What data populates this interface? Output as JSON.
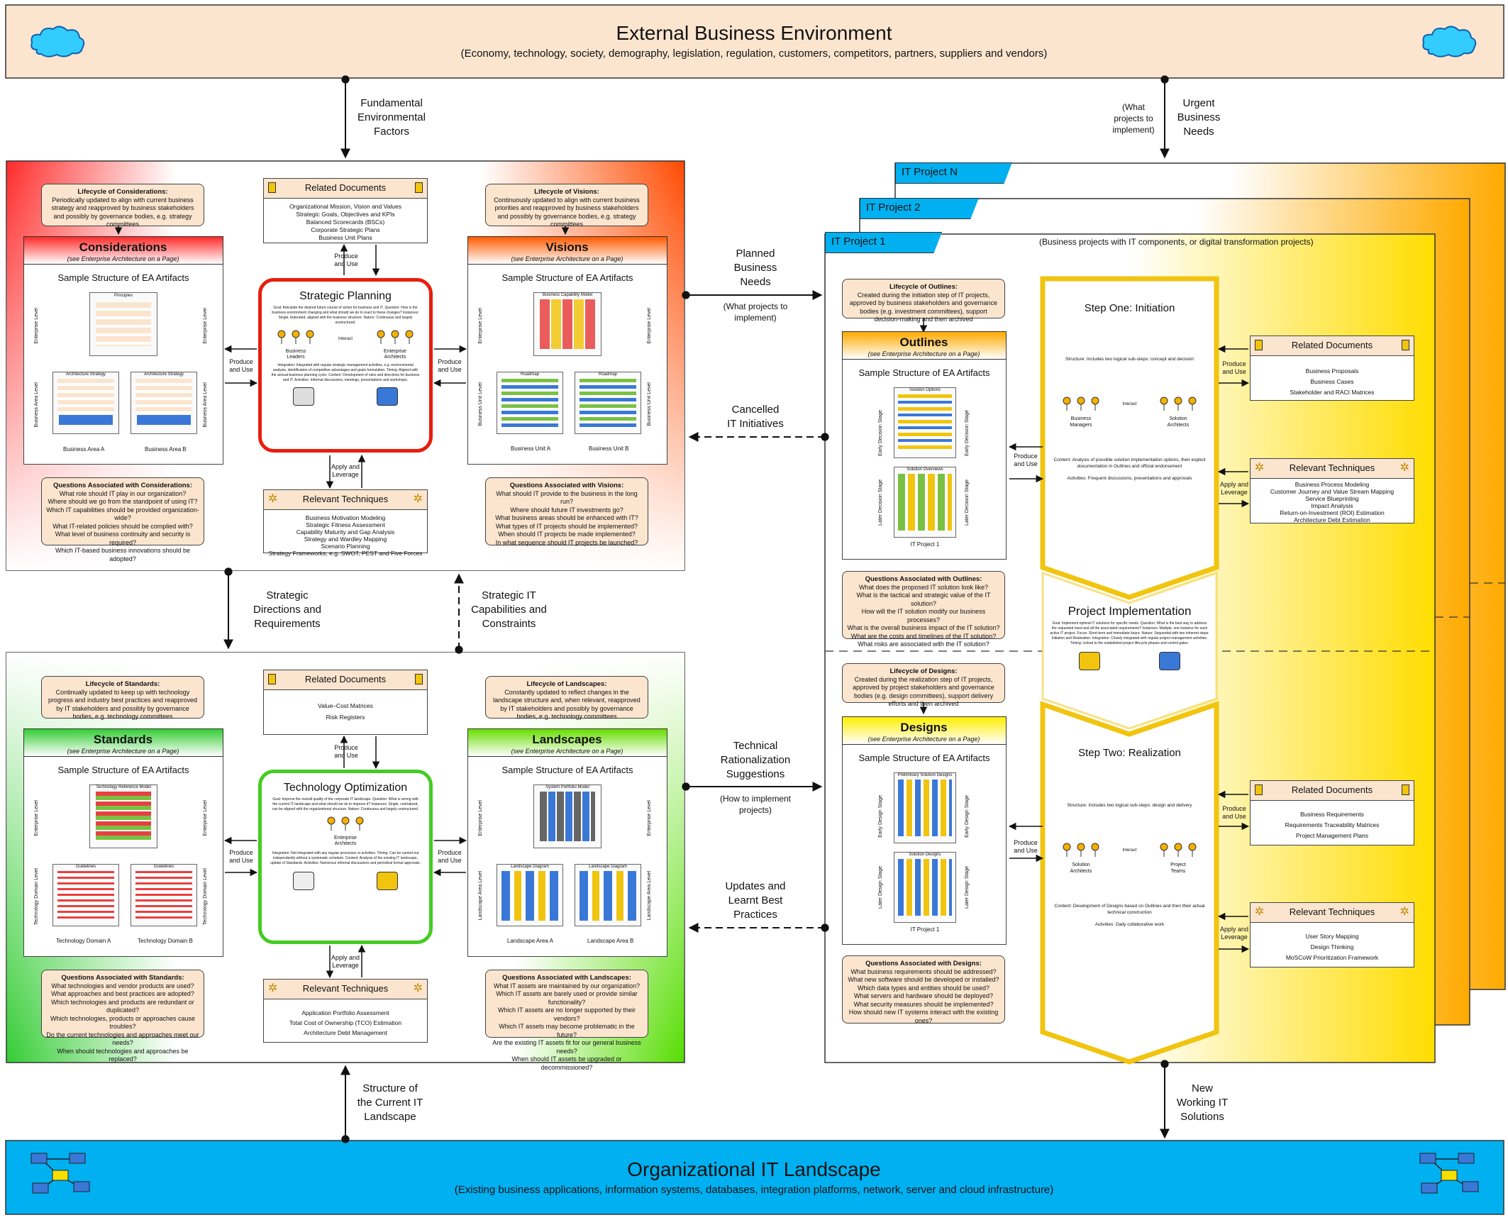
{
  "env": {
    "title": "External Business Environment",
    "subtitle": "(Economy, technology, society, demography, legislation, regulation, customers, competitors, partners, suppliers and vendors)"
  },
  "landscape": {
    "title": "Organizational IT Landscape",
    "subtitle": "(Existing business applications, information systems, databases, integration platforms, network, server and cloud infrastructure)"
  },
  "arrows": {
    "fundamental": "Fundamental\nEnvironmental\nFactors",
    "urgent": "Urgent\nBusiness\nNeeds",
    "urgent_sub": "(What\nprojects to\nimplement)",
    "planned": "Planned\nBusiness\nNeeds",
    "planned_sub": "(What projects to\nimplement)",
    "cancelled": "Cancelled\nIT Initiatives",
    "strategic_dir": "Strategic\nDirections and\nRequirements",
    "strategic_it": "Strategic IT\nCapabilities and\nConstraints",
    "tech_rat": "Technical\nRationalization\nSuggestions",
    "tech_rat_sub": "(How to implement\nprojects)",
    "updates": "Updates and\nLearnt Best\nPractices",
    "structure": "Structure of\nthe Current IT\nLandscape",
    "new_solutions": "New\nWorking IT\nSolutions"
  },
  "common": {
    "sample": "Sample Structure of EA Artifacts",
    "see": "(see Enterprise Architecture on a Page)",
    "produce_use": "Produce\nand Use",
    "apply_leverage": "Apply and\nLeverage",
    "related_documents": "Related Documents",
    "relevant_techniques": "Relevant Techniques",
    "interact": "Interact"
  },
  "considerations": {
    "title": "Considerations",
    "lifecycle_title": "Lifecycle of Considerations:",
    "lifecycle": "Periodically updated to align with current business strategy and reapproved by business stakeholders and possibly by governance bodies, e.g. strategy committees",
    "questions_title": "Questions Associated with Considerations:",
    "questions": [
      "What role should IT play in our organization?",
      "Where should we go from the standpoint of using IT?",
      "Which IT capabilities should be provided organization-wide?",
      "What IT-related policies should be complied with?",
      "What level of business continuity and security is required?",
      "Which IT-based business innovations should be adopted?"
    ],
    "level_top": "Enterprise Level",
    "level_bottom": "Business Area Level",
    "area_a": "Business Area A",
    "area_b": "Business Area B",
    "mini_top": "Principles",
    "mini_a": "Architecture Strategy",
    "mini_b": "Architecture Strategy"
  },
  "visions": {
    "title": "Visions",
    "lifecycle_title": "Lifecycle of Visions:",
    "lifecycle": "Continuously updated to align with current business priorities and reapproved by business stakeholders and possibly by governance bodies, e.g. strategy committees",
    "questions_title": "Questions Associated with Visions:",
    "questions": [
      "What should IT provide to the business in the long run?",
      "Where should future IT investments go?",
      "What business areas should be enhanced with IT?",
      "What types of IT projects should be implemented?",
      "When should IT projects be made implemented?",
      "In what sequence should IT projects be launched?"
    ],
    "level_top": "Enterprise Level",
    "level_bottom": "Business Unit Level",
    "area_a": "Business Unit A",
    "area_b": "Business Unit B",
    "mini_top": "Business Capability Model",
    "mini_a": "Roadmap",
    "mini_b": "Roadmap"
  },
  "strategic_planning": {
    "title": "Strategic Planning",
    "docs": [
      "Organizational Mission, Vision and Values",
      "Strategic Goals, Objectives and KPIs",
      "Balanced Scorecards (BSCs)",
      "Corporate Strategic Plans",
      "Business Unit Plans"
    ],
    "techniques": [
      "Business Motivation Modeling",
      "Strategic Fitness Assessment",
      "Capability Maturity and Gap Analysis",
      "Strategy and Wardley Mapping",
      "Scenario Planning",
      "Strategy Frameworks, e.g. SWOT, PEST and Five Forces"
    ],
    "body": "Goal: Articulate the desired future course of action for business and IT. Question: How is the business environment changing and what should we do to react to these changes? Instances: Single, federated, aligned with the business structure. Nature: Continuous and largely unstructured.",
    "role_a": "Business\nLeaders",
    "role_b": "Enterprise\nArchitects",
    "body2": "Integration: Integrated with regular strategic management activities, e.g. environmental analysis, identification of competitive advantages and goals formulation. Timing: Aligned with the annual business planning cycle. Content: Development of rules and directions for business and IT. Activities: Informal discussions, meetings, presentations and workshops."
  },
  "standards": {
    "title": "Standards",
    "lifecycle_title": "Lifecycle of Standards:",
    "lifecycle": "Continually updated to keep up with technology progress and industry best practices and reapproved by IT stakeholders and possibly by governance bodies, e.g. technology committees",
    "questions_title": "Questions Associated with Standards:",
    "questions": [
      "What technologies and vendor products are used?",
      "What approaches and best practices are adopted?",
      "Which technologies and products are redundant or duplicated?",
      "Which technologies, products or approaches cause troubles?",
      "Do the current technologies and approaches meet our needs?",
      "When should technologies and approaches be replaced?"
    ],
    "level_top": "Enterprise Level",
    "level_bottom": "Technology Domain Level",
    "area_a": "Technology Domain A",
    "area_b": "Technology Domain B",
    "mini_top": "Technology Reference Model",
    "mini_a": "Guidelines",
    "mini_b": "Guidelines"
  },
  "landscapes": {
    "title": "Landscapes",
    "lifecycle_title": "Lifecycle of Landscapes:",
    "lifecycle": "Constantly updated to reflect changes in the landscape structure and, when relevant, reapproved by IT stakeholders and possibly by governance bodies, e.g. technology committees",
    "questions_title": "Questions Associated with Landscapes:",
    "questions": [
      "What IT assets are maintained by our organization?",
      "Which IT assets are barely used or provide similar functionality?",
      "Which IT assets are no longer supported by their vendors?",
      "Which IT assets may become problematic in the future?",
      "Are the existing IT assets fit for our general business needs?",
      "When should IT assets be upgraded or decommissioned?"
    ],
    "level_top": "Enterprise Level",
    "level_bottom": "Landscape Area Level",
    "area_a": "Landscape Area A",
    "area_b": "Landscape Area B",
    "mini_top": "System Portfolio Model",
    "mini_a": "Landscape Diagram",
    "mini_b": "Landscape Diagram"
  },
  "technology_optimization": {
    "title": "Technology Optimization",
    "docs": [
      "Value–Cost Matrices",
      "Risk Registers"
    ],
    "techniques": [
      "Application Portfolio Assessment",
      "Total Cost of Ownership (TCO) Estimation",
      "Architecture Debt Management"
    ],
    "body": "Goal: Improve the overall quality of the corporate IT landscape. Question: What is wrong with the current IT landscape and what should we do to improve it? Instances: Single, centralized, can be aligned with the organizational structure. Nature: Continuous and largely unstructured.",
    "role": "Enterprise\nArchitects",
    "body2": "Integration: Not integrated with any regular processes or activities. Timing: Can be carried out independently without a systematic schedule. Content: Analysis of the existing IT landscape, update of Standards. Activities: Numerous informal discussions and periodical formal approvals."
  },
  "projects": {
    "tab_n": "IT Project N",
    "tab_2": "IT Project 2",
    "tab_1": "IT Project 1",
    "caption": "(Business projects with IT components, or digital transformation projects)"
  },
  "outlines": {
    "title": "Outlines",
    "lifecycle_title": "Lifecycle of Outlines:",
    "lifecycle": "Created during the initiation step of IT projects, approved by business stakeholders and governance bodies (e.g. investment committees), support decision-making and then archived",
    "questions_title": "Questions Associated with Outlines:",
    "questions": [
      "What does the proposed IT solution look like?",
      "What is the tactical and strategic value of the IT solution?",
      "How will the IT solution modify our business processes?",
      "What is the overall business impact of the IT solution?",
      "What are the costs and timelines of the IT solution?",
      "What risks are associated with the IT solution?"
    ],
    "stage_top": "Early Decision Stage",
    "stage_bottom": "Later Decision Stage",
    "footer": "IT Project 1",
    "mini_top": "Solution Options",
    "mini_bottom": "Solution Overviews"
  },
  "designs": {
    "title": "Designs",
    "lifecycle_title": "Lifecycle of Designs:",
    "lifecycle": "Created during the realization step of IT projects, approved by project stakeholders and governance bodies (e.g. design committees), support delivery efforts and then archived",
    "questions_title": "Questions Associated with Designs:",
    "questions": [
      "What business requirements should be addressed?",
      "What new software should be developed or installed?",
      "Which data types and entities should be used?",
      "What servers and hardware should be deployed?",
      "What security measures should be implemented?",
      "How should new IT systems interact with the existing ones?"
    ],
    "stage_top": "Early Design Stage",
    "stage_bottom": "Later Design Stage",
    "footer": "IT Project 1",
    "mini_top": "Preliminary Solution Designs",
    "mini_bottom": "Solution Designs"
  },
  "step_one": {
    "title": "Step One: Initiation",
    "structure": "Structure: Includes two logical sub-steps: concept and decision",
    "role_a": "Business\nManagers",
    "role_b": "Solution\nArchitects",
    "content": "Content: Analysis of possible solution implementation options, their explicit documentation in Outlines and official endorsement",
    "activities": "Activities: Frequent discussions, presentations and approvals",
    "docs": [
      "Business Proposals",
      "Business Cases",
      "Stakeholder and RACI Matrices"
    ],
    "techniques": [
      "Business Process Modeling",
      "Customer Journey and Value Stream Mapping",
      "Service Blueprinting",
      "Impact Analysis",
      "Return-on-Investment (ROI) Estimation",
      "Architecture Debt Estimation"
    ]
  },
  "project_impl": {
    "title": "Project Implementation",
    "body": "Goal: Implement optimal IT solutions for specific needs. Question: What is the best way to address the requested need and all the associated requirements? Instances: Multiple, one instance for each active IT project. Focus: Short-term and immediate future. Nature: Sequential with two inherent steps: Initiation and Realization. Integration: Closely integrated with regular project management activities. Timing: Linked to the established project lifecycle phases and control gates."
  },
  "step_two": {
    "title": "Step Two: Realization",
    "structure": "Structure: Includes two logical sub-steps: design and delivery",
    "role_a": "Solution\nArchitects",
    "role_b": "Project\nTeams",
    "content": "Content: Development of Designs based on Outlines and then their actual technical construction",
    "activities": "Activities: Daily collaborative work",
    "docs": [
      "Business Requirements",
      "Requirements Traceability Matrices",
      "Project Management Plans"
    ],
    "techniques": [
      "User Story Mapping",
      "Design Thinking",
      "MoSCoW Prioritization Framework"
    ]
  }
}
